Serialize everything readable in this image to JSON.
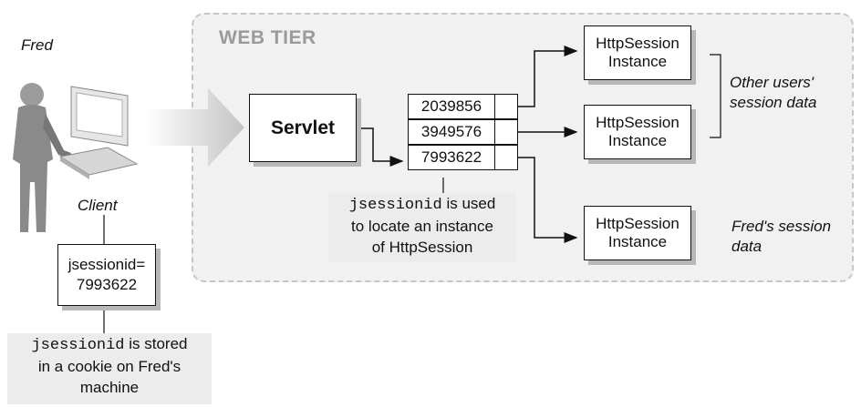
{
  "web_tier": {
    "label": "WEB TIER"
  },
  "client": {
    "user_name": "Fred",
    "label": "Client"
  },
  "cookie": {
    "line1": "jsessionid=",
    "line2": "7993622"
  },
  "cookie_note": {
    "code": "jsessionid",
    "line1_rest": " is stored",
    "line2": "in a cookie on Fred's",
    "line3": "machine"
  },
  "servlet": {
    "label": "Servlet"
  },
  "session_table": {
    "ids": [
      "2039856",
      "3949576",
      "7993622"
    ]
  },
  "lookup_note": {
    "code": "jsessionid",
    "line1_rest": " is used",
    "line2": "to locate an instance",
    "line3": "of HttpSession"
  },
  "sessions": [
    {
      "line1": "HttpSession",
      "line2": "Instance"
    },
    {
      "line1": "HttpSession",
      "line2": "Instance"
    },
    {
      "line1": "HttpSession",
      "line2": "Instance"
    }
  ],
  "other_users_note": {
    "line1": "Other users'",
    "line2": "session data"
  },
  "fred_note": {
    "line1": "Fred's session",
    "line2": "data"
  }
}
